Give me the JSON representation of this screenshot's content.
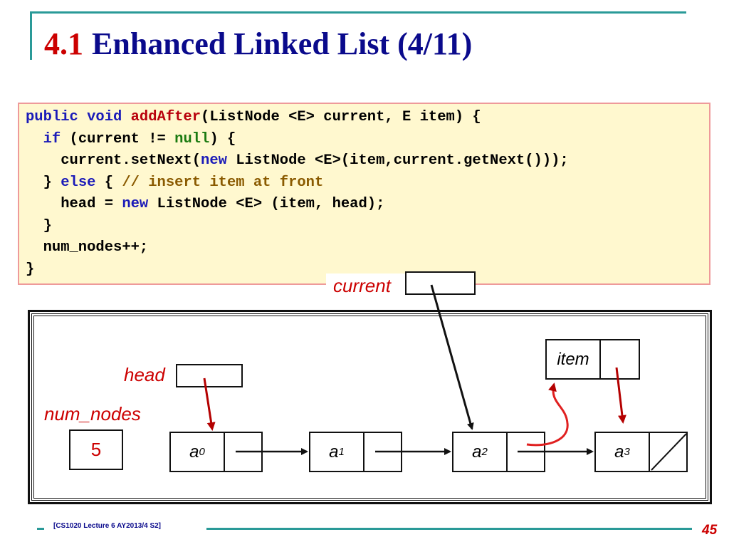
{
  "title": {
    "number": "4.1",
    "text": "Enhanced Linked List (4/11)"
  },
  "code": {
    "lines": [
      [
        {
          "t": "public void ",
          "c": "kw"
        },
        {
          "t": "addAfter",
          "c": "fn"
        },
        {
          "t": "(ListNode <E> current, E item) {",
          "c": ""
        }
      ],
      [
        {
          "t": "  ",
          "c": ""
        },
        {
          "t": "if",
          "c": "kw"
        },
        {
          "t": " (current != ",
          "c": ""
        },
        {
          "t": "null",
          "c": "nl"
        },
        {
          "t": ") {",
          "c": ""
        }
      ],
      [
        {
          "t": "    current.setNext(",
          "c": ""
        },
        {
          "t": "new",
          "c": "kw"
        },
        {
          "t": " ListNode <E>(item,current.getNext()));",
          "c": ""
        }
      ],
      [
        {
          "t": "  } ",
          "c": ""
        },
        {
          "t": "else",
          "c": "kw"
        },
        {
          "t": " { ",
          "c": ""
        },
        {
          "t": "// insert item at front",
          "c": "cm"
        }
      ],
      [
        {
          "t": "    head = ",
          "c": ""
        },
        {
          "t": "new",
          "c": "kw"
        },
        {
          "t": " ListNode <E> (item, head);",
          "c": ""
        }
      ],
      [
        {
          "t": "  }",
          "c": ""
        }
      ],
      [
        {
          "t": "  num_nodes++;",
          "c": ""
        }
      ],
      [
        {
          "t": "}",
          "c": ""
        }
      ]
    ]
  },
  "diagram": {
    "current_label": "current",
    "head_label": "head",
    "num_nodes_label": "num_nodes",
    "num_nodes_value": "5",
    "item_label": "item",
    "nodes": [
      {
        "base": "a",
        "sub": "0"
      },
      {
        "base": "a",
        "sub": "1"
      },
      {
        "base": "a",
        "sub": "2"
      },
      {
        "base": "a",
        "sub": "3"
      }
    ]
  },
  "footer": {
    "course": "[CS1020 Lecture 6 AY2013/4 S2]",
    "page": "45"
  },
  "colors": {
    "accent_red": "#cc0000",
    "title_blue": "#0a0a8c",
    "rule_teal": "#2a9a98",
    "code_bg": "#fff8cf",
    "keyword_blue": "#1a1ab8",
    "comment_brown": "#8a5a00",
    "null_green": "#1a7a10"
  }
}
